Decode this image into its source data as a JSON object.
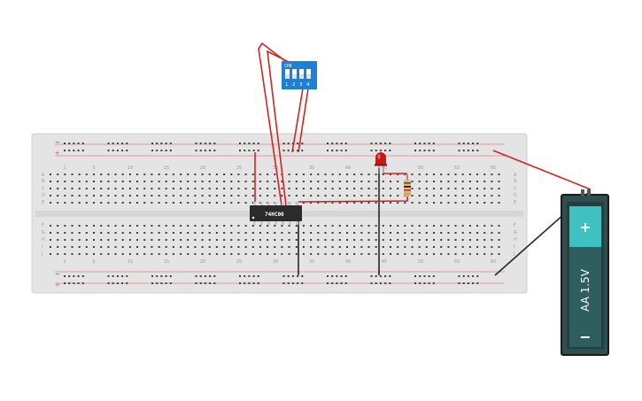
{
  "colors": {
    "breadboard": "#e4e4e4",
    "hole": "#3d3d3d",
    "rail_red": "#d9534f",
    "rail_black": "#333333",
    "wire_red": "#d62222",
    "wire_black": "#262626",
    "dip_blue": "#1d7fd6",
    "chip_body": "#2b2b2b",
    "battery_body": "#2c4f50",
    "battery_teal": "#3ec1c1",
    "led": "#c01a1a"
  },
  "breadboard": {
    "column_numbers": [
      "1",
      "5",
      "10",
      "15",
      "20",
      "25",
      "30",
      "35",
      "40",
      "45",
      "50",
      "55",
      "60"
    ],
    "rows_top": [
      "A",
      "B",
      "C",
      "D",
      "E"
    ],
    "rows_bottom": [
      "F",
      "G",
      "H",
      "I",
      "J"
    ],
    "rail_minus": "−",
    "rail_plus": "+"
  },
  "dip_switch": {
    "on_label": "ON",
    "switch_numbers": [
      "1",
      "2",
      "3",
      "4"
    ]
  },
  "chip": {
    "label": "74HC00"
  },
  "battery": {
    "label": "AA 1.5V",
    "plus": "+",
    "minus": "−"
  }
}
